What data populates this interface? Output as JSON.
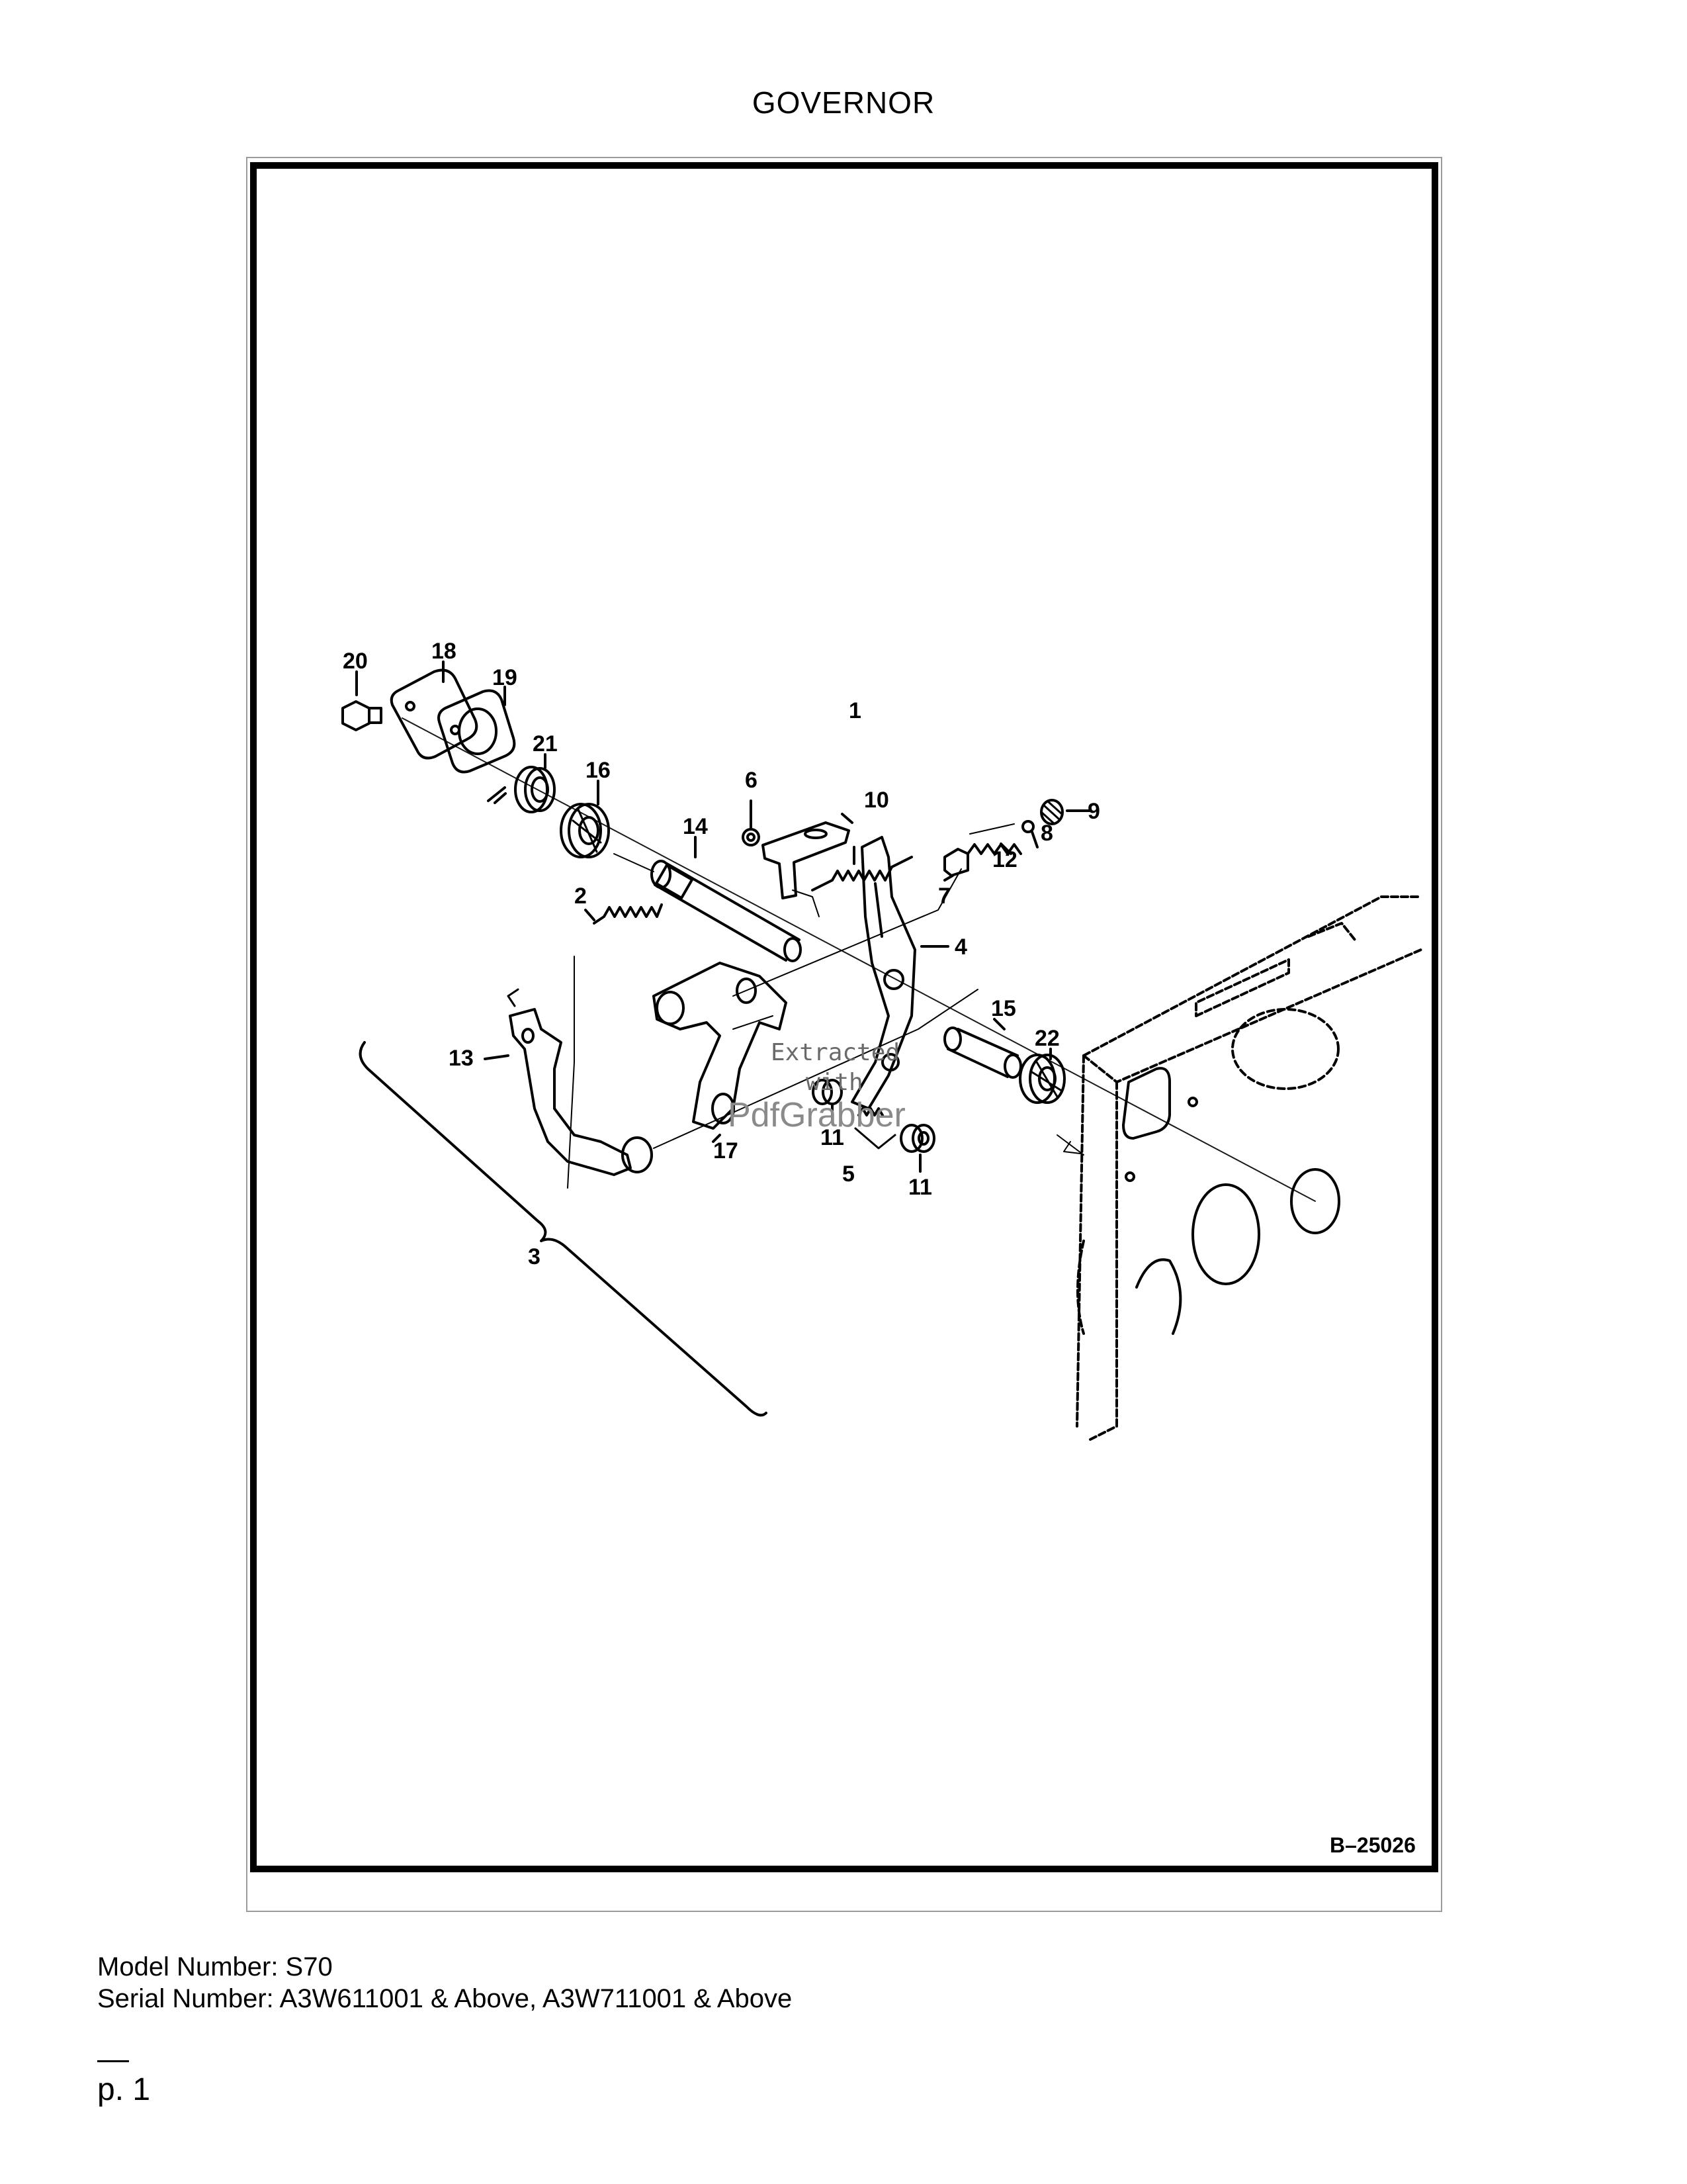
{
  "document": {
    "title": "GOVERNOR",
    "figure_code": "B–25026",
    "model_line": "Model Number: S70",
    "serial_line": "Serial Number: A3W611001 & Above, A3W711001 & Above",
    "page_number": "p. 1"
  },
  "watermark": {
    "line1": "Extracted",
    "line2": "with",
    "brand": "PdfGrabber"
  },
  "callouts": {
    "c1": "1",
    "c2": "2",
    "c3": "3",
    "c4": "4",
    "c5": "5",
    "c6": "6",
    "c7": "7",
    "c8": "8",
    "c9": "9",
    "c10": "10",
    "c11a": "11",
    "c11b": "11",
    "c12": "12",
    "c13": "13",
    "c14": "14",
    "c15": "15",
    "c16": "16",
    "c17": "17",
    "c18": "18",
    "c19": "19",
    "c20": "20",
    "c21": "21",
    "c22": "22"
  }
}
